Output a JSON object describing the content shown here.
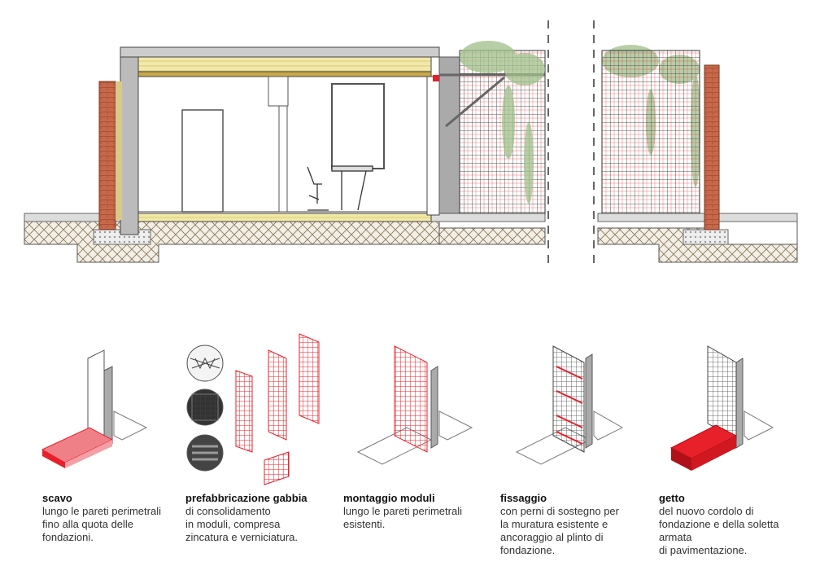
{
  "colors": {
    "accent_red": "#e8202a",
    "brick": "#c8684a",
    "soil_hatch": "#8a7a5a",
    "vegetation": "#9fc08a"
  },
  "steps": [
    {
      "title": "scavo",
      "lines": [
        "lungo le pareti perimetrali",
        "fino alla quota delle",
        "fondazioni."
      ]
    },
    {
      "title": "prefabbricazione gabbia",
      "lines": [
        "di consolidamento",
        "in moduli, compresa",
        "zincatura e verniciatura."
      ]
    },
    {
      "title": "montaggio moduli",
      "lines": [
        "lungo le pareti perimetrali",
        "esistenti."
      ]
    },
    {
      "title": "fissaggio",
      "lines": [
        "con perni di sostegno per",
        "la muratura esistente e",
        "ancoraggio al plinto di",
        "fondazione."
      ]
    },
    {
      "title": "getto",
      "lines": [
        "del nuovo cordolo di",
        "fondazione e della soletta",
        "armata",
        "di pavimentazione."
      ]
    }
  ]
}
